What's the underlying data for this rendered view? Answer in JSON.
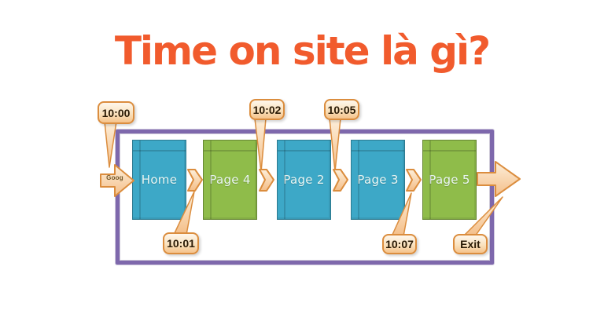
{
  "title": "Time on site là gì?",
  "colors": {
    "title": "#F15B2D",
    "frame-purple": "#7E68AC",
    "book-teal": "#3DA8C7",
    "book-green": "#8FBC4A",
    "book-text": "#EAF6F3",
    "arrow-stroke": "#DB8D3E",
    "arrow-fill-light": "#FDEFDA",
    "arrow-fill-dark": "#F4BE88",
    "callout-text": "#2A1A05"
  },
  "diagram": {
    "entry": {
      "label": "Goog"
    },
    "books": [
      {
        "label": "Home",
        "color": "teal"
      },
      {
        "label": "Page 4",
        "color": "green"
      },
      {
        "label": "Page 2",
        "color": "teal"
      },
      {
        "label": "Page 3",
        "color": "teal"
      },
      {
        "label": "Page 5",
        "color": "green"
      }
    ],
    "callouts": [
      {
        "label": "10:00",
        "position": "top",
        "points_to": "entry-arrow"
      },
      {
        "label": "10:02",
        "position": "top",
        "points_to": "arrow-page4-page2"
      },
      {
        "label": "10:05",
        "position": "top",
        "points_to": "arrow-page2-page3"
      },
      {
        "label": "10:01",
        "position": "bottom",
        "points_to": "arrow-home-page4"
      },
      {
        "label": "10:07",
        "position": "bottom",
        "points_to": "arrow-page3-page5"
      },
      {
        "label": "Exit",
        "position": "bottom",
        "points_to": "exit-arrow"
      }
    ]
  }
}
